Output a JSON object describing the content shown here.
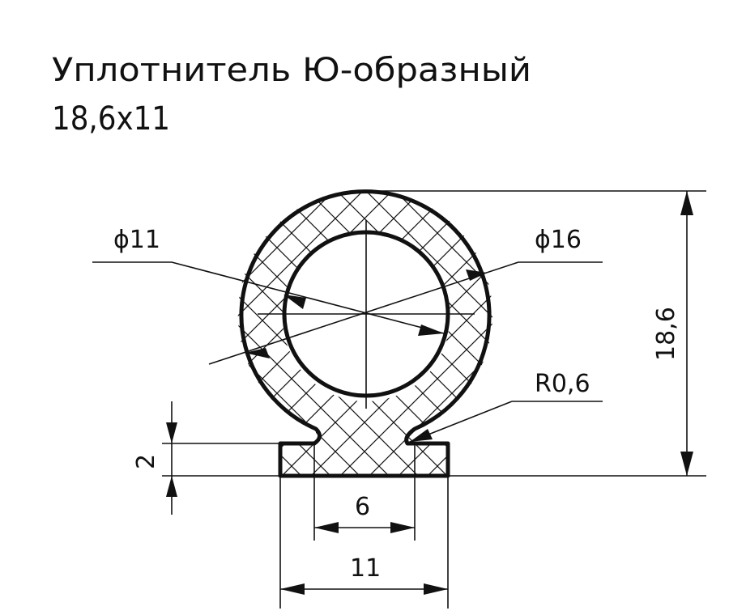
{
  "title": {
    "line1": "Уплотнитель Ю-образный",
    "line2": "18,6x11"
  },
  "dimensions": {
    "inner_diameter": "ϕ11",
    "outer_diameter": "ϕ16",
    "height": "18,6",
    "radius": "R0,6",
    "flange": "2",
    "gap": "6",
    "base_width": "11"
  }
}
